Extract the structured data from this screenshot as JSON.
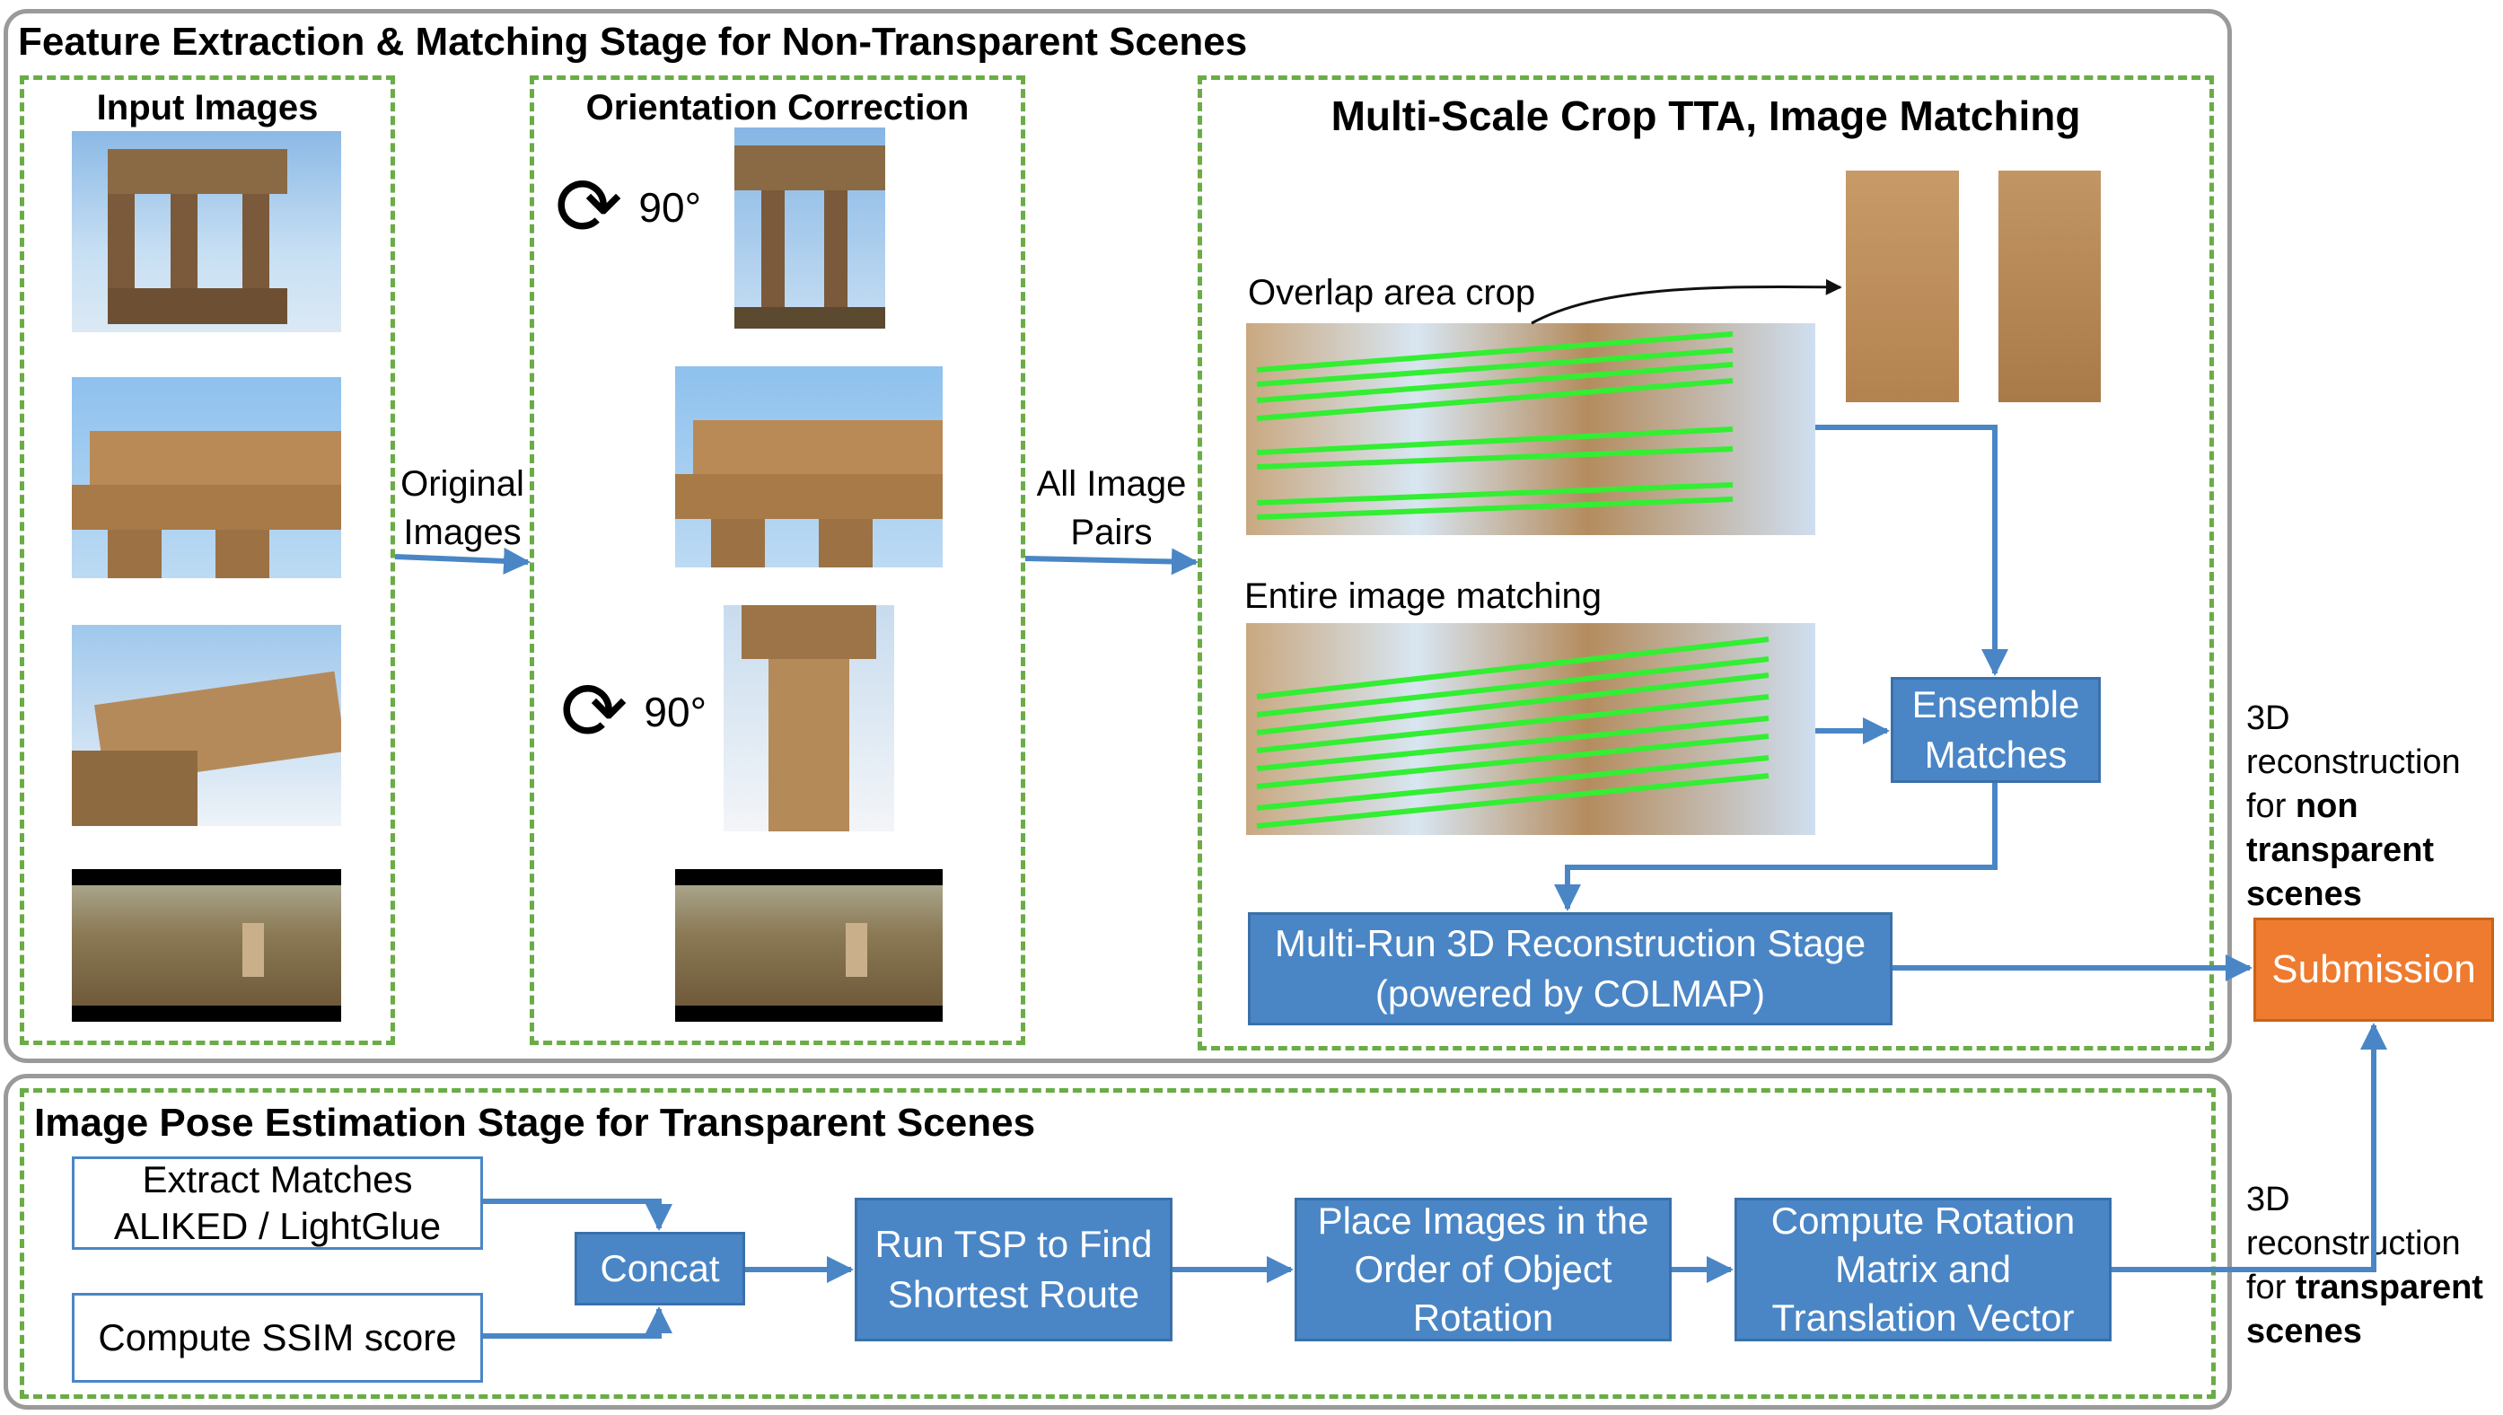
{
  "top_panel": {
    "title": "Feature Extraction & Matching Stage for Non-Transparent Scenes",
    "input_images_title": "Input Images",
    "orientation_title": "Orientation Correction",
    "tta_title": "Multi-Scale Crop TTA, Image Matching",
    "rotation_label_1": "90°",
    "rotation_label_2": "90°",
    "arrow_original_line1": "Original",
    "arrow_original_line2": "Images",
    "arrow_pairs_line1": "All Image",
    "arrow_pairs_line2": "Pairs",
    "overlap_label": "Overlap area crop",
    "entire_label": "Entire image matching",
    "ensemble_line1": "Ensemble",
    "ensemble_line2": "Matches",
    "reconstruction_line1": "Multi-Run 3D Reconstruction Stage",
    "reconstruction_line2": "(powered by COLMAP)"
  },
  "bottom_panel": {
    "title": "Image Pose Estimation Stage for Transparent Scenes",
    "extract_line1": "Extract Matches",
    "extract_line2": "ALIKED / LightGlue",
    "ssim": "Compute SSIM score",
    "concat": "Concat",
    "tsp_line1": "Run TSP to Find",
    "tsp_line2": "Shortest Route",
    "place_line1": "Place Images in the",
    "place_line2": "Order of Object",
    "place_line3": "Rotation",
    "compute_line1": "Compute Rotation",
    "compute_line2": "Matrix and",
    "compute_line3": "Translation Vector"
  },
  "submission": "Submission",
  "side_non_transparent": {
    "line1": "3D",
    "line2": "reconstruction",
    "line3_prefix": "for ",
    "line3_bold": "non",
    "line4": "transparent",
    "line5": "scenes"
  },
  "side_transparent": {
    "line1": "3D",
    "line2": "reconstruction",
    "line3_prefix": "for ",
    "line3_bold": "transparent",
    "line4": "scenes"
  },
  "colors": {
    "accent_blue": "#4a86c6",
    "submission_orange": "#ee7b2f",
    "dashed_green": "#6aac45",
    "panel_gray": "#9a9a9a",
    "match_green": "#33ee33"
  }
}
